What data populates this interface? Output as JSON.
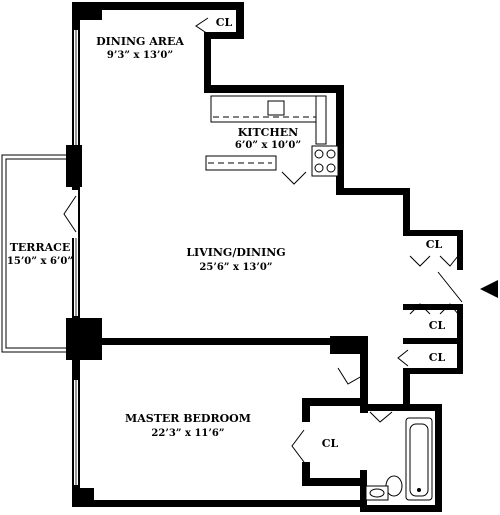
{
  "rooms": {
    "dining_area": {
      "name": "DINING AREA",
      "dims": "9’3” x 13’0”"
    },
    "kitchen": {
      "name": "KITCHEN",
      "dims": "6’0” x 10’0”"
    },
    "living_dining": {
      "name": "LIVING/DINING",
      "dims": "25’6”  x 13’0”"
    },
    "terrace": {
      "name": "TERRACE",
      "dims": "15’0” x 6’0”"
    },
    "master_bedroom": {
      "name": "MASTER BEDROOM",
      "dims": "22’3” x 11’6”"
    }
  },
  "closets": {
    "top": "CL",
    "right_upper": "CL",
    "right_middle": "CL",
    "right_lower": "CL",
    "bedroom": "CL"
  },
  "colors": {
    "wall": "#000000",
    "background": "#ffffff"
  },
  "icons": {
    "entrance": "entrance-arrow-icon"
  }
}
